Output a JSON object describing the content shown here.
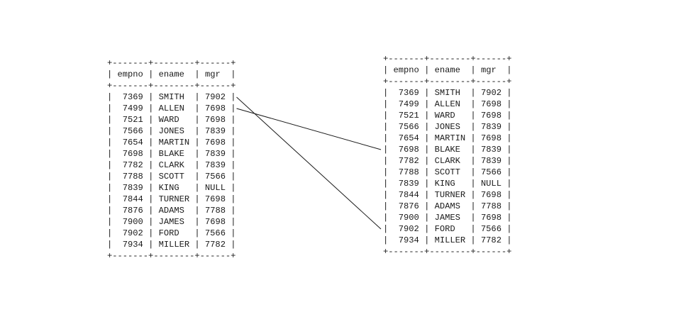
{
  "tables": [
    {
      "columns": [
        "empno",
        "ename",
        "mgr"
      ],
      "rows": [
        [
          "7369",
          "SMITH",
          "7902"
        ],
        [
          "7499",
          "ALLEN",
          "7698"
        ],
        [
          "7521",
          "WARD",
          "7698"
        ],
        [
          "7566",
          "JONES",
          "7839"
        ],
        [
          "7654",
          "MARTIN",
          "7698"
        ],
        [
          "7698",
          "BLAKE",
          "7839"
        ],
        [
          "7782",
          "CLARK",
          "7839"
        ],
        [
          "7788",
          "SCOTT",
          "7566"
        ],
        [
          "7839",
          "KING",
          "NULL"
        ],
        [
          "7844",
          "TURNER",
          "7698"
        ],
        [
          "7876",
          "ADAMS",
          "7788"
        ],
        [
          "7900",
          "JAMES",
          "7698"
        ],
        [
          "7902",
          "FORD",
          "7566"
        ],
        [
          "7934",
          "MILLER",
          "7782"
        ]
      ]
    },
    {
      "columns": [
        "empno",
        "ename",
        "mgr"
      ],
      "rows": [
        [
          "7369",
          "SMITH",
          "7902"
        ],
        [
          "7499",
          "ALLEN",
          "7698"
        ],
        [
          "7521",
          "WARD",
          "7698"
        ],
        [
          "7566",
          "JONES",
          "7839"
        ],
        [
          "7654",
          "MARTIN",
          "7698"
        ],
        [
          "7698",
          "BLAKE",
          "7839"
        ],
        [
          "7782",
          "CLARK",
          "7839"
        ],
        [
          "7788",
          "SCOTT",
          "7566"
        ],
        [
          "7839",
          "KING",
          "NULL"
        ],
        [
          "7844",
          "TURNER",
          "7698"
        ],
        [
          "7876",
          "ADAMS",
          "7788"
        ],
        [
          "7900",
          "JAMES",
          "7698"
        ],
        [
          "7902",
          "FORD",
          "7566"
        ],
        [
          "7934",
          "MILLER",
          "7782"
        ]
      ]
    }
  ],
  "links": [
    {
      "from_row": 0,
      "to_row": 12
    },
    {
      "from_row": 1,
      "to_row": 5
    }
  ],
  "colors": {
    "text": "#1a1a1a",
    "line": "#1a1a1a",
    "background": "#ffffff"
  }
}
